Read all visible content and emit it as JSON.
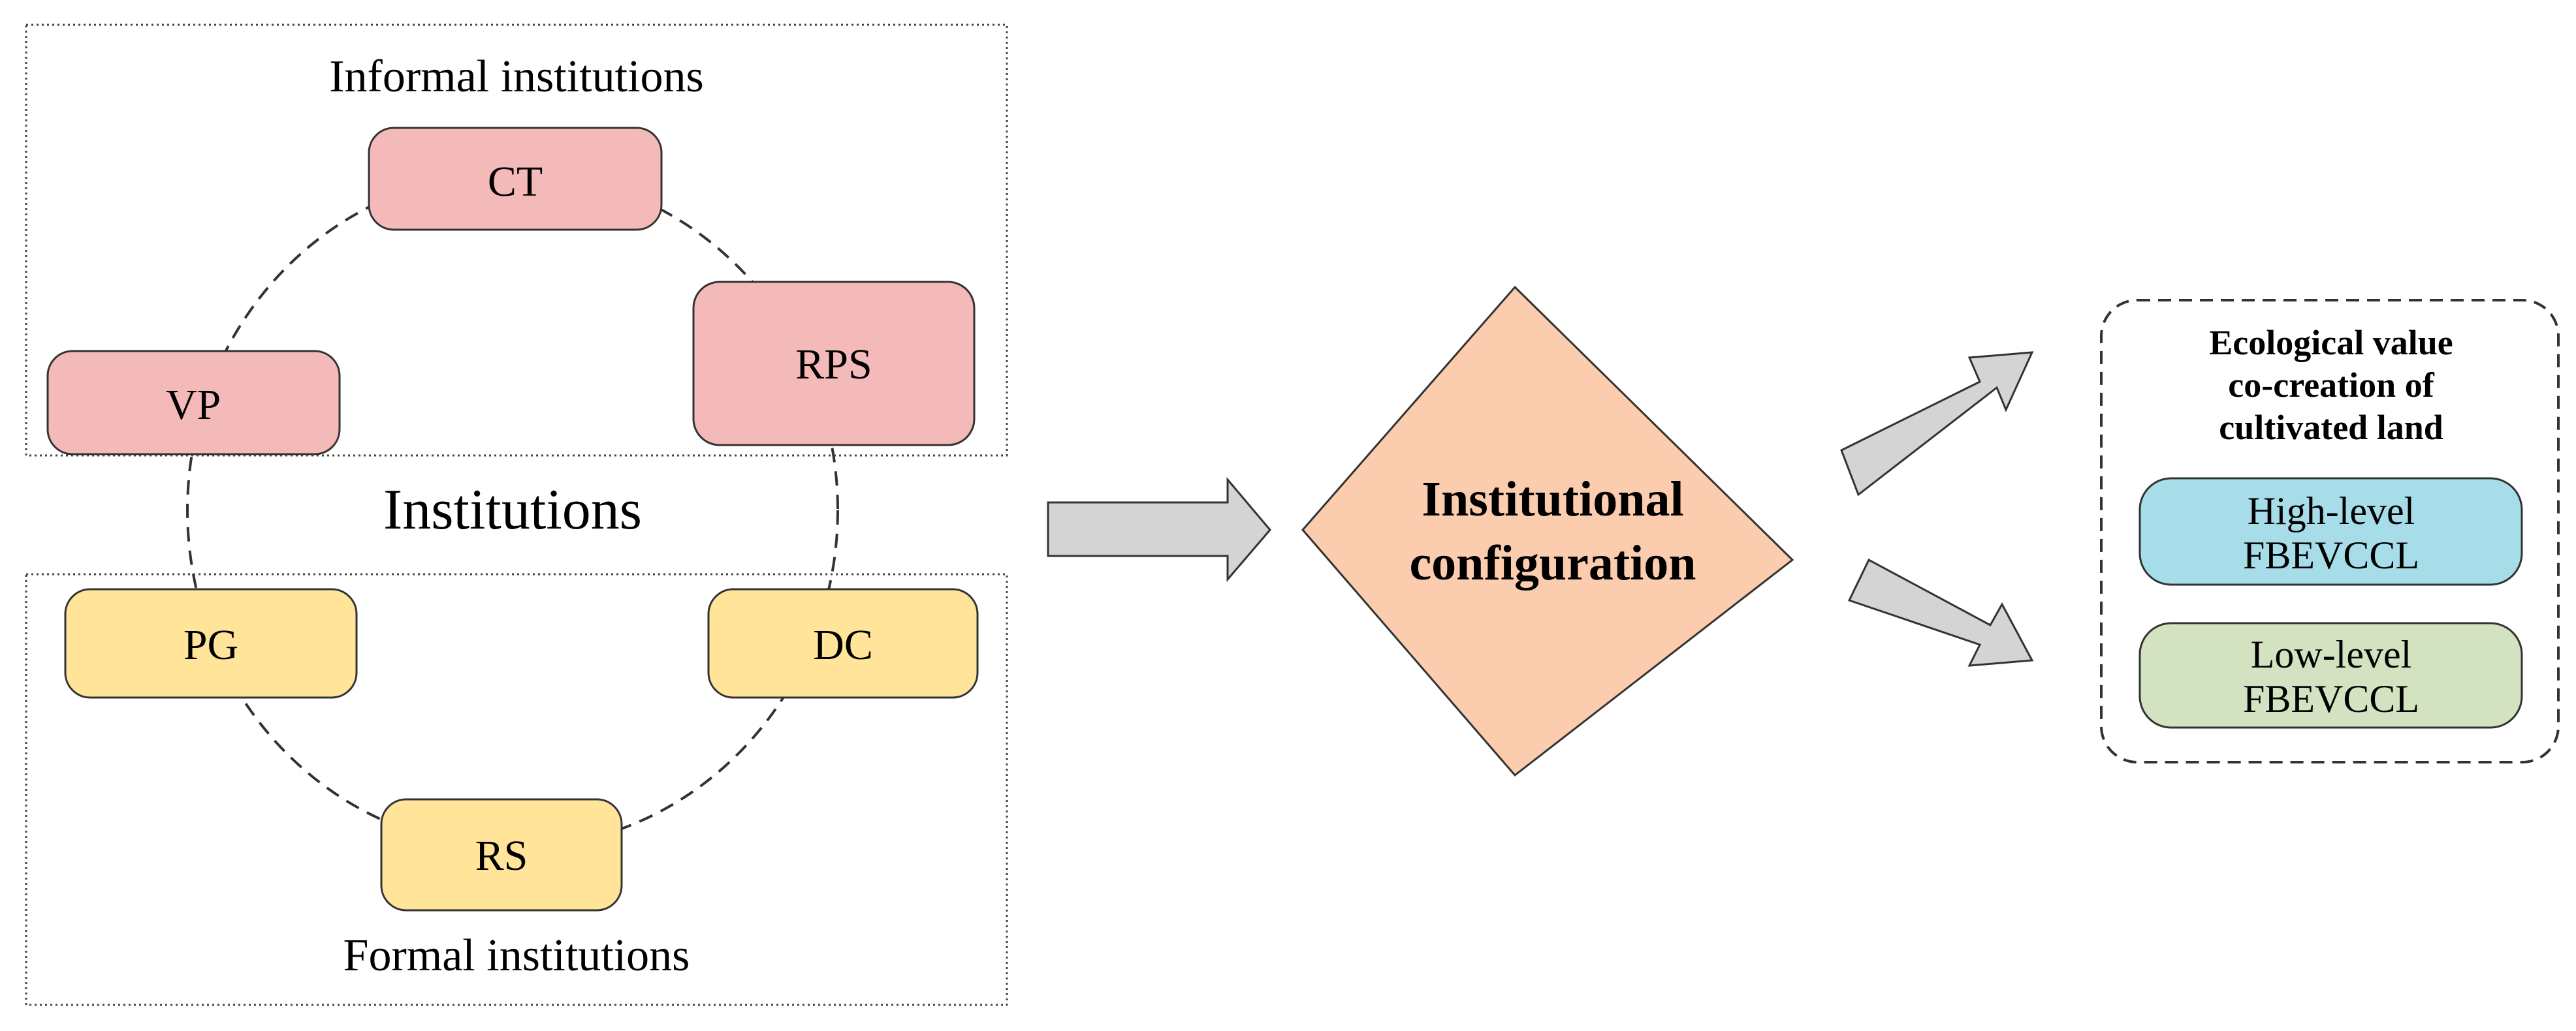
{
  "colors": {
    "informal_fill": "#F4BABA",
    "formal_fill": "#FFE499",
    "diamond_fill": "#FBCDAE",
    "high_fill": "#A7DDE9",
    "low_fill": "#D3E2C0",
    "arrow_fill": "#D4D4D4",
    "stroke": "#333333"
  },
  "left_panel": {
    "informal_label": "Informal institutions",
    "formal_label": "Formal institutions",
    "center_label": "Institutions",
    "nodes": {
      "ct": "CT",
      "rps": "RPS",
      "vp": "VP",
      "pg": "PG",
      "dc": "DC",
      "rs": "RS"
    }
  },
  "middle": {
    "line1": "Institutional",
    "line2": "configuration"
  },
  "right_panel": {
    "title_line1": "Ecological value",
    "title_line2": "co-creation of",
    "title_line3": "cultivated land",
    "high_line1": "High-level",
    "high_line2": "FBEVCCL",
    "low_line1": "Low-level",
    "low_line2": "FBEVCCL"
  }
}
